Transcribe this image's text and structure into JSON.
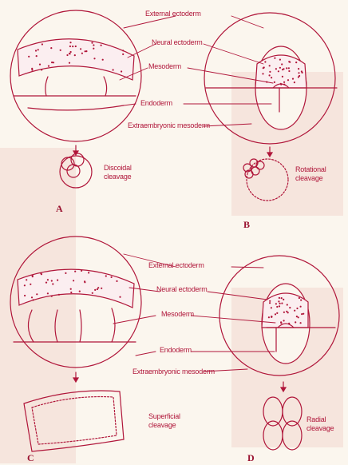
{
  "colors": {
    "ink": "#b0163a",
    "paper": "#fbf6ee",
    "watermark": "#f3d7d0"
  },
  "panels": [
    {
      "letter": "A",
      "cleavage": "Discoidal cleavage"
    },
    {
      "letter": "B",
      "cleavage": "Rotational cleavage"
    },
    {
      "letter": "C",
      "cleavage": "Superficial cleavage"
    },
    {
      "letter": "D",
      "cleavage": "Radial cleavage"
    }
  ],
  "labels_top": {
    "external_ectoderm": "External ectoderm",
    "neural_ectoderm": "Neural ectoderm",
    "mesoderm": "Mesoderm",
    "endoderm": "Endoderm",
    "extraembryonic_mesoderm": "Extraembryonic mesoderm"
  },
  "labels_bottom": {
    "external_ectoderm": "External ectoderm",
    "neural_ectoderm": "Neural ectoderm",
    "mesoderm": "Mesoderm",
    "endoderm": "Endoderm",
    "extraembryonic_mesoderm": "Extraembryonic mesoderm"
  }
}
